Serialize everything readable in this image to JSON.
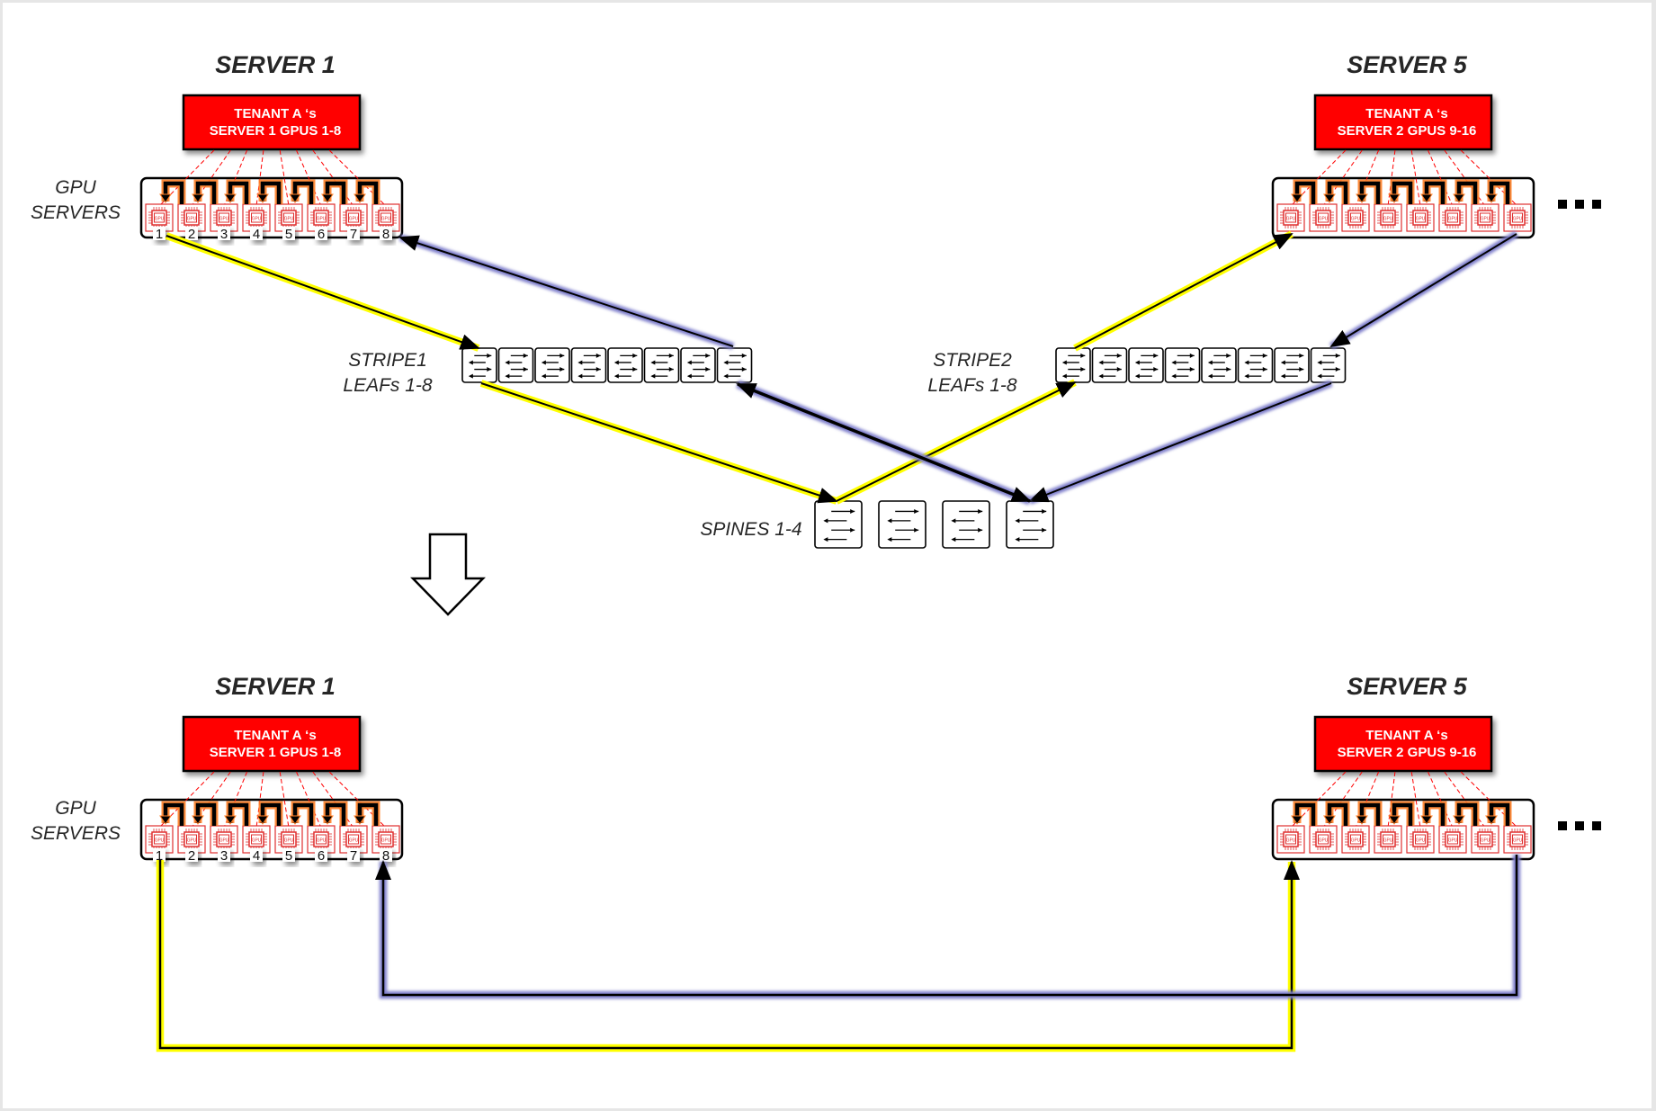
{
  "colors": {
    "tenant_fill": "#ff0000",
    "yellow_path": "#ffff00",
    "blue_path": "#8080cc",
    "loop_glow": "#ff7f27",
    "gpu_red": "#e03030"
  },
  "top_section": {
    "left_server": {
      "title": "SERVER 1",
      "tenant_line1": "TENANT A ‘s",
      "tenant_line2": "SERVER 1  GPUS 1-8",
      "gpu_numbers": [
        "1",
        "2",
        "3",
        "4",
        "5",
        "6",
        "7",
        "8"
      ]
    },
    "right_server": {
      "title": "SERVER 5",
      "tenant_line1": "TENANT A ‘s",
      "tenant_line2": "SERVER 2 GPUS 9-16",
      "gpu_numbers": []
    },
    "gpu_servers_label_line1": "GPU",
    "gpu_servers_label_line2": "SERVERS",
    "stripe1_label_line1": "STRIPE1",
    "stripe1_label_line2": "LEAFs 1-8",
    "stripe2_label_line1": "STRIPE2",
    "stripe2_label_line2": "LEAFs 1-8",
    "spines_label": "SPINES 1-4",
    "ellipsis": "...",
    "leaf_count": 8,
    "spine_count": 4
  },
  "bottom_section": {
    "left_server": {
      "title": "SERVER 1",
      "tenant_line1": "TENANT A ‘s",
      "tenant_line2": "SERVER 1  GPUS 1-8",
      "gpu_numbers": [
        "1",
        "2",
        "3",
        "4",
        "5",
        "6",
        "7",
        "8"
      ]
    },
    "right_server": {
      "title": "SERVER 5",
      "tenant_line1": "TENANT A ‘s",
      "tenant_line2": "SERVER 2 GPUS 9-16",
      "gpu_numbers": []
    },
    "gpu_servers_label_line1": "GPU",
    "gpu_servers_label_line2": "SERVERS",
    "ellipsis": "..."
  },
  "gpu_chip_label": "GPU"
}
